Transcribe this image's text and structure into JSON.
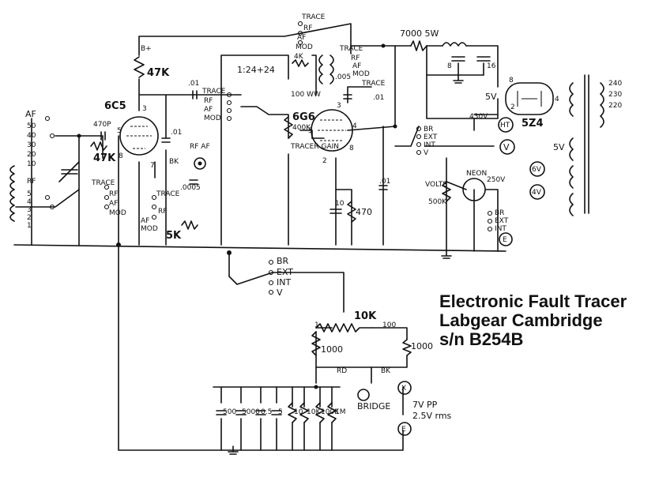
{
  "title": {
    "line1": "Electronic Fault Tracer",
    "line2": "Labgear  Cambridge",
    "line3": "s/n B254B"
  },
  "labels": {
    "af": "AF",
    "af_ranges": [
      "50",
      "40",
      "30",
      "20",
      "10"
    ],
    "rf_ranges": [
      "5",
      "4",
      "3",
      "2",
      "1"
    ],
    "rf": "RF",
    "b_plus": "B+",
    "r_47k_top": "47K",
    "r_47k_mid": "47K",
    "tube_6c5": "6C5",
    "cap_470p": "470P",
    "cap_01_a": ".01",
    "cap_01_b": ".01",
    "cap_01_c": ".01",
    "cap_01_d": ".01",
    "bk": "BK",
    "rf_af_jack": "RF AF",
    "cap_0005": ".0005",
    "pot_5k": "5K",
    "trace": "TRACE",
    "rf_sw": "RF",
    "af_sw": "AF",
    "mod": "MOD",
    "ratio": "1:24+24",
    "r_4k": "4K",
    "r_100ww": "100 WW",
    "cap_p005": ".005",
    "tube_6g6": "6G6",
    "pot_400k": "400K",
    "tracer_gain": "TRACER GAIN",
    "r_470": "470",
    "cap_10": "10",
    "r_7000": "7000 5W",
    "cap_8": "8",
    "cap_16": "16",
    "tube_5z4": "5Z4",
    "v_5v_a": "5V",
    "v_5v_b": "5V",
    "v_430": "430V",
    "ht": "HT",
    "v_term": "V",
    "e_term": "E",
    "x_term": "X",
    "sixv": "6V",
    "fourv": "4V",
    "mains": [
      "240",
      "230",
      "220"
    ],
    "neon": "NEON",
    "v250": "250V",
    "volts": "VOLTS",
    "r_500k": "500K",
    "sw_br": "BR",
    "sw_ext": "EXT",
    "sw_int": "INT",
    "sw_v": "V",
    "bridge_10k": "10K",
    "r_1000_l": "1000",
    "r_1000_r": "1000",
    "r_100": "100",
    "one": "1",
    "rd": "RD",
    "bk2": "BK",
    "bridge": "BRIDGE",
    "std_values": [
      "500",
      "5000",
      "0.5",
      "5",
      "10",
      "10K",
      "100K",
      "1M"
    ],
    "vpp1": "7V PP",
    "vpp2": "2.5V rms",
    "pin3a": "3",
    "pin5a": "5",
    "pin8a": "8",
    "pin7a": "7",
    "pin3b": "3",
    "pin4b": "4",
    "pin5b": "5",
    "pin2b": "2",
    "pin8b": "8",
    "pin8c": "8",
    "pin2c": "2",
    "pin4c": "4"
  }
}
